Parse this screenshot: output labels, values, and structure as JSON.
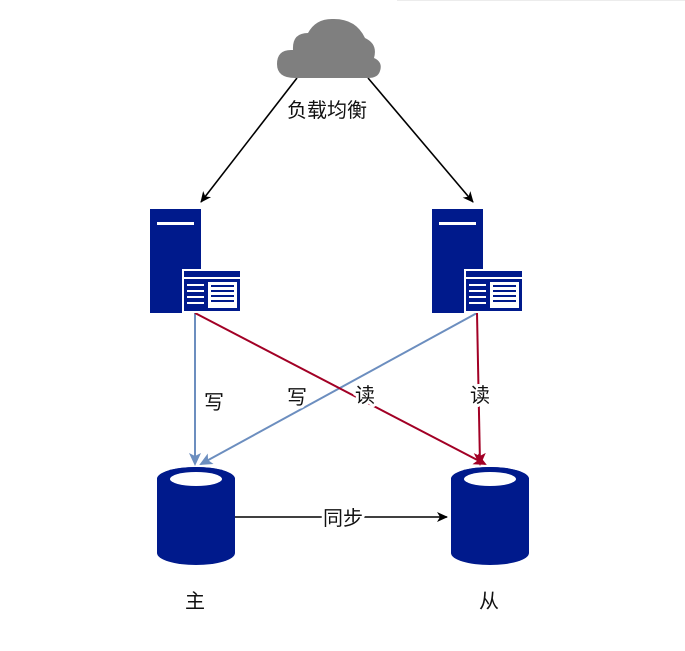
{
  "diagram": {
    "load_balancer": {
      "label": "负载均衡",
      "icon": "cloud-icon",
      "color": "#7f7f7f"
    },
    "servers": [
      {
        "icon": "server-icon"
      },
      {
        "icon": "server-icon"
      }
    ],
    "databases": {
      "master": {
        "label": "主",
        "icon": "database-icon"
      },
      "slave": {
        "label": "从",
        "icon": "database-icon"
      }
    },
    "edges": {
      "sync_label": "同步",
      "write_label": "写",
      "read_label": "读"
    },
    "colors": {
      "node": "#001a8c",
      "write": "#6c8ebf",
      "read": "#a20025",
      "neutral": "#000000"
    }
  }
}
